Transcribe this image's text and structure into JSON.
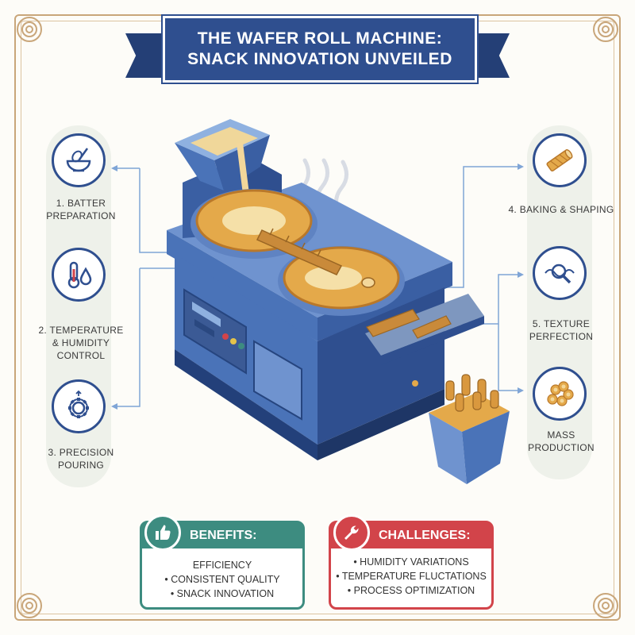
{
  "title": {
    "line1": "THE WAFER ROLL MACHINE:",
    "line2": "SNACK INNOVATION UNVEILED"
  },
  "left_steps": [
    {
      "line1": "1. BATTER",
      "line2": "PREPARATION",
      "line3": "",
      "icon": "whisk-bowl-icon"
    },
    {
      "line1": "2. TEMPERATURE",
      "line2": "& HUMIDITY",
      "line3": "CONTROL",
      "icon": "thermometer-droplet-icon"
    },
    {
      "line1": "3. PRECISION",
      "line2": "POURING",
      "line3": "",
      "icon": "gear-icon"
    }
  ],
  "right_steps": [
    {
      "line1": "4. BAKING & SHAPING",
      "line2": "",
      "icon": "wafer-roll-icon"
    },
    {
      "line1": "5. TEXTURE",
      "line2": "PERFECTION",
      "icon": "magnifier-wave-icon"
    },
    {
      "line1": "MASS",
      "line2": "PRODUCTION",
      "icon": "stacked-rolls-icon"
    }
  ],
  "benefits": {
    "heading": "BENEFITS:",
    "items": [
      "EFFICIENCY",
      "• CONSISTENT QUALITY",
      "• SNACK INNOVATION"
    ],
    "color": "#3d8c80"
  },
  "challenges": {
    "heading": "CHALLENGES:",
    "items": [
      "• HUMIDITY VARIATIONS",
      "• TEMPERATURE FLUCTATIONS",
      "• PROCESS OPTIMIZATION"
    ],
    "color": "#d2444a"
  },
  "colors": {
    "machine_blue": "#4a73b8",
    "machine_dark": "#2f4f8f",
    "wafer_gold": "#e4a94a",
    "frame_tan": "#c9a67a"
  }
}
